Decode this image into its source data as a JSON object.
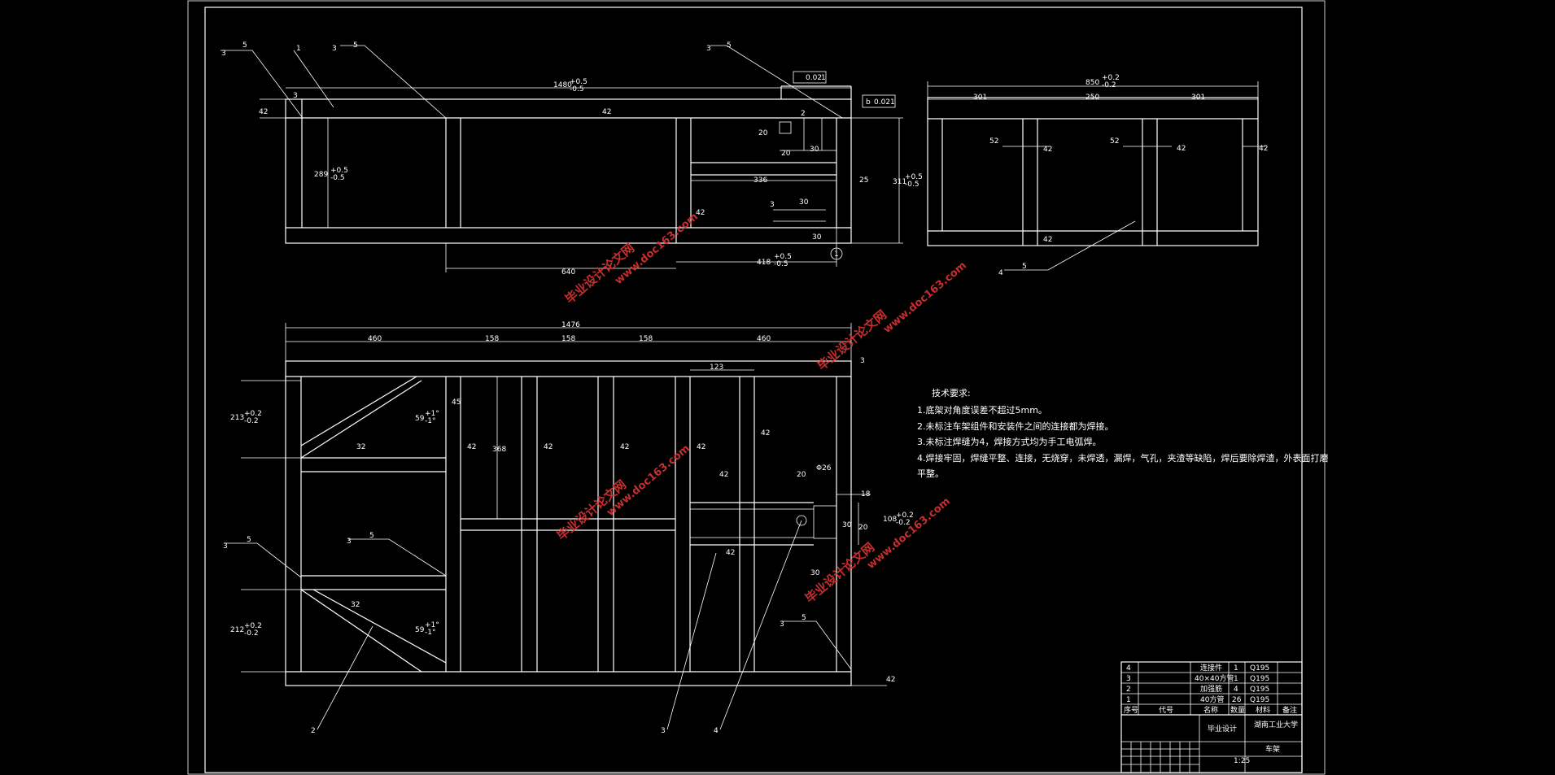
{
  "colors": {
    "background": "#000000",
    "line": "#ffffff",
    "watermark": "#dd3333"
  },
  "top_view": {
    "dims": {
      "overall": "1480",
      "tol_upper": "+0.5",
      "tol_lower": "-0.5",
      "left_3": "3",
      "left_42": "42",
      "top_42": "42",
      "height": "289",
      "height_tol_u": "+0.5",
      "height_tol_l": "-0.5",
      "d_336": "336",
      "d_25": "25",
      "d_30a": "30",
      "d_20a": "20",
      "d_20b": "20",
      "d_2": "2",
      "d_3": "3",
      "d_30b": "30",
      "d_30c": "30",
      "d_42": "42",
      "d_640": "640",
      "d_418": "418",
      "d_418_tol_u": "+0.5",
      "d_418_tol_l": "-0.5",
      "d_311": "311",
      "d_311_tol_u": "+0.5",
      "d_311_tol_l": "-0.5"
    },
    "gdt1": "0.02",
    "gdt1_ref": "1",
    "gdt2_label": "b",
    "gdt2": "0.02",
    "gdt2_ref": "1",
    "weld": "5",
    "weld_side": "3",
    "item_1": "1",
    "datum": "1"
  },
  "side_view": {
    "overall": "850",
    "tol_u": "+0.2",
    "tol_l": "-0.2",
    "d_301a": "301",
    "d_250": "250",
    "d_301b": "301",
    "d_52a": "52",
    "d_52b": "52",
    "d_42a": "42",
    "d_42b": "42",
    "d_42c": "42",
    "d_42d": "42",
    "weld": "5",
    "weld_side": "4"
  },
  "front_view": {
    "overall": "1476",
    "d_460a": "460",
    "d_158a": "158",
    "d_158b": "158",
    "d_158c": "158",
    "d_460b": "460",
    "d_3": "3",
    "d_123": "123",
    "d_45": "45",
    "d_213": "213",
    "d_213_tu": "+0.2",
    "d_213_tl": "-0.2",
    "angle1": "59",
    "angle1_tu": "+1°",
    "angle1_tl": "-1°",
    "d_32a": "32",
    "d_42a": "42",
    "d_368": "368",
    "d_42b": "42",
    "d_42c": "42",
    "d_42d": "42",
    "d_42e": "42",
    "d_42f": "42",
    "d_42g": "42",
    "phi26": "Φ26",
    "d_20a": "20",
    "d_18": "18",
    "d_30": "30",
    "d_20b": "20",
    "d_108": "108",
    "d_108_tu": "+0.2",
    "d_108_tl": "-0.2",
    "d_30b": "30",
    "d_32b": "32",
    "d_212": "212",
    "d_212_tu": "+0.2",
    "d_212_tl": "-0.2",
    "angle2": "59",
    "angle2_tu": "+1°",
    "angle2_tl": "-1°",
    "weld": "5",
    "weld_side": "3",
    "item_2": "2",
    "item_3": "3",
    "item_4": "4",
    "bottom_42": "42"
  },
  "notes": {
    "title": "技术要求:",
    "items": [
      "1.底架对角度误差不超过5mm。",
      "2.未标注车架组件和安装件之间的连接都为焊接。",
      "3.未标注焊缝为4，焊接方式均为手工电弧焊。",
      "4.焊接牢固，焊缝平整、连接，无烧穿，未焊透，漏焊，气孔，夹渣等缺陷，焊后要除焊渣，外表面打磨",
      "平整。"
    ]
  },
  "title_block": {
    "rows": [
      {
        "no": "4",
        "name": "连接件",
        "qty": "1",
        "mat": "Q195"
      },
      {
        "no": "3",
        "name": "40×40方管",
        "qty": "1",
        "mat": "Q195"
      },
      {
        "no": "2",
        "name": "加强筋",
        "qty": "4",
        "mat": "Q195"
      },
      {
        "no": "1",
        "name": "40方管",
        "qty": "26",
        "mat": "Q195"
      }
    ],
    "header": {
      "no": "序号",
      "code": "代号",
      "name": "名称",
      "qty": "数量",
      "mat": "材料",
      "note": "备注"
    },
    "design": "毕业设计",
    "school": "湖南工业大学",
    "drawing_name": "车架",
    "scale": "1:25"
  },
  "watermark": {
    "text_cn": "毕业设计论文网",
    "text_url": "www.doc163.com"
  }
}
